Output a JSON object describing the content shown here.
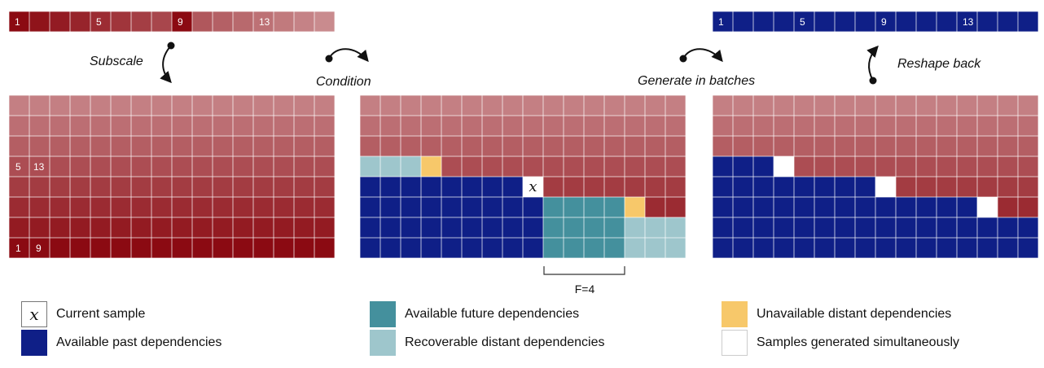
{
  "top_seq_left": {
    "labels": [
      "1",
      "5",
      "9",
      "13"
    ]
  },
  "top_seq_right": {
    "labels": [
      "1",
      "5",
      "9",
      "13"
    ]
  },
  "grid_left": {
    "labels": [
      "5",
      "13",
      "1",
      "9"
    ]
  },
  "grid_mid": {
    "current_glyph": "x",
    "f_label": "F=4"
  },
  "steps": {
    "subscale": "Subscale",
    "condition": "Condition",
    "generate": "Generate in batches",
    "reshape": "Reshape back"
  },
  "colors": {
    "blue": "#0f1f87",
    "teal": "#44909d",
    "lightteal": "#9ec6cc",
    "orange": "#f7c86a",
    "red_light": "#c47f83",
    "red_dark": "#8b0a12"
  },
  "legend": [
    {
      "key": "x",
      "label": "Current sample"
    },
    {
      "key": "blue",
      "label": "Available past dependencies"
    },
    {
      "key": "teal",
      "label": "Available future dependencies"
    },
    {
      "key": "lightteal",
      "label": "Recoverable distant dependencies"
    },
    {
      "key": "orange",
      "label": "Unavailable distant dependencies"
    },
    {
      "key": "white",
      "label": "Samples generated simultaneously"
    }
  ]
}
